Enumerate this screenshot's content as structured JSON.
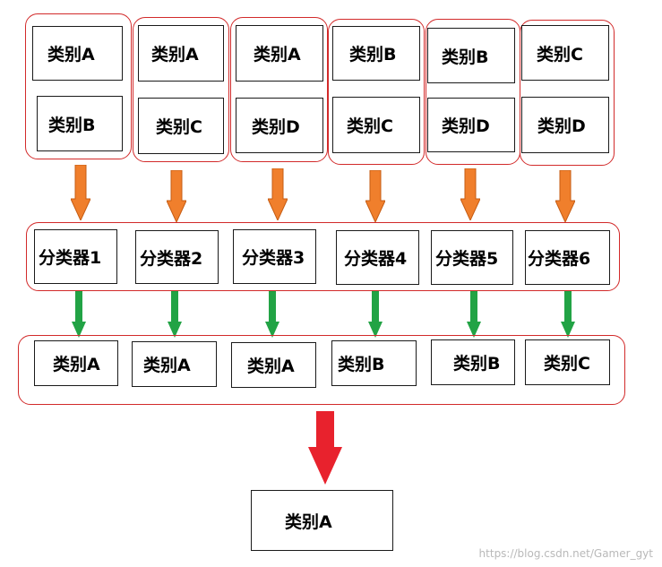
{
  "pairs": [
    {
      "top": "类别A",
      "bottom": "类别B"
    },
    {
      "top": "类别A",
      "bottom": "类别C"
    },
    {
      "top": "类别A",
      "bottom": "类别D"
    },
    {
      "top": "类别B",
      "bottom": "类别C"
    },
    {
      "top": "类别B",
      "bottom": "类别D"
    },
    {
      "top": "类别C",
      "bottom": "类别D"
    }
  ],
  "classifiers": [
    "分类器1",
    "分类器2",
    "分类器3",
    "分类器4",
    "分类器5",
    "分类器6"
  ],
  "predictions": [
    "类别A",
    "类别A",
    "类别A",
    "类别B",
    "类别B",
    "类别C"
  ],
  "result": "类别A",
  "watermark": "https://blog.csdn.net/Gamer_gyt",
  "colors": {
    "group_border": "#d22a2a",
    "orange_arrow": "#f07f2c",
    "green_arrow": "#22a345",
    "red_arrow": "#e8222d"
  }
}
